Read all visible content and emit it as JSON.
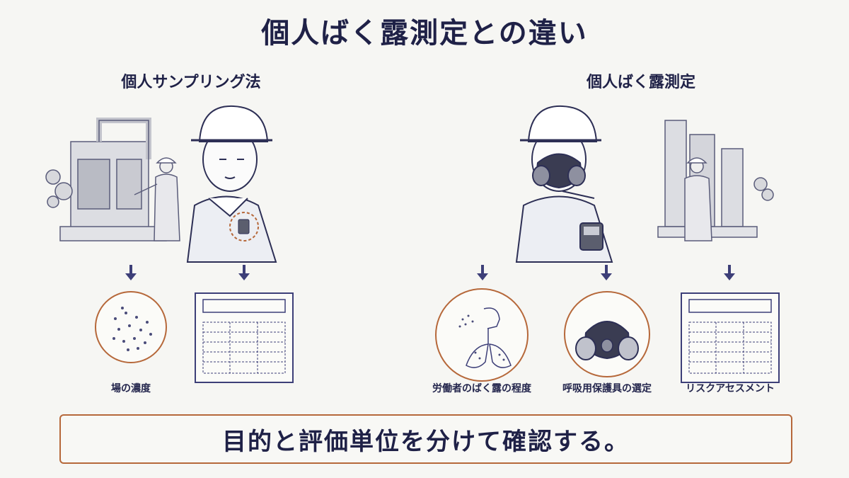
{
  "title": "個人ばく露測定との違い",
  "left": {
    "heading": "個人サンプリング法",
    "outputs": [
      {
        "label": "場の濃度",
        "icon": "particle-circle-icon"
      },
      {
        "label": "",
        "icon": "data-sheet-icon"
      }
    ]
  },
  "right": {
    "heading": "個人ばく露測定",
    "outputs": [
      {
        "label": "労働者のばく露の程度",
        "icon": "lungs-circle-icon"
      },
      {
        "label": "呼吸用保護具の選定",
        "icon": "respirator-circle-icon"
      },
      {
        "label": "リスクアセスメント",
        "icon": "data-sheet-icon"
      }
    ]
  },
  "footer": "目的と評価単位を分けて確認する。",
  "colors": {
    "navy": "#24264d",
    "accent": "#b6683a",
    "bg": "#f6f6f3"
  }
}
